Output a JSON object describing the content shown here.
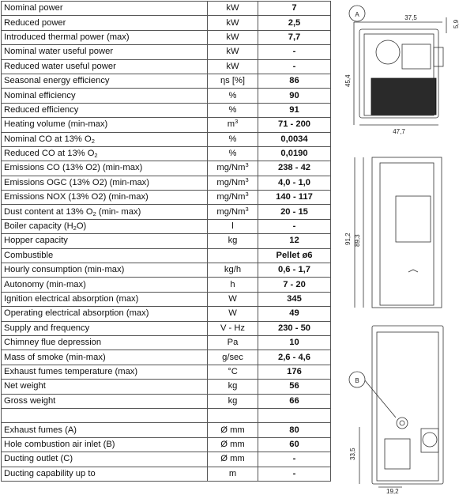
{
  "rows": [
    {
      "label": "Nominal power",
      "unit": "kW",
      "value": "7"
    },
    {
      "label": "Reduced power",
      "unit": "kW",
      "value": "2,5"
    },
    {
      "label": "Introduced thermal power (max)",
      "unit": "kW",
      "value": "7,7"
    },
    {
      "label": "Nominal water useful power",
      "unit": "kW",
      "value": "-"
    },
    {
      "label": "Reduced water useful power",
      "unit": "kW",
      "value": "-"
    },
    {
      "label": "Seasonal energy efficiency",
      "unit": "ηs [%]",
      "value": "86"
    },
    {
      "label": "Nominal efficiency",
      "unit": "%",
      "value": "90"
    },
    {
      "label": "Reduced efficiency",
      "unit": "%",
      "value": "91"
    },
    {
      "label": "Heating volume (min-max)",
      "unit": "m",
      "unit_sup": "3",
      "value": "71 - 200"
    },
    {
      "label": "Nominal CO at 13% O",
      "label_sub": "2",
      "unit": "%",
      "value": "0,0034"
    },
    {
      "label": "Reduced CO at 13% O",
      "label_sub": "2",
      "unit": "%",
      "value": "0,0190"
    },
    {
      "label": "Emissions CO (13% O2) (min-max)",
      "unit": "mg/Nm",
      "unit_sup": "3",
      "value": "238 - 42"
    },
    {
      "label": "Emissions OGC (13% O2) (min-max)",
      "unit": "mg/Nm",
      "unit_sup": "3",
      "value": "4,0 - 1,0"
    },
    {
      "label": "Emissions NOX (13% O2)  (min-max)",
      "unit": "mg/Nm",
      "unit_sup": "3",
      "value": "140 - 117"
    },
    {
      "label": "Dust content at 13% O",
      "label_sub": "2",
      "label_after": " (min- max)",
      "unit": "mg/Nm",
      "unit_sup": "3",
      "value": "20 - 15"
    },
    {
      "label": "Boiler capacity (H",
      "label_sub": "2",
      "label_after": "O)",
      "unit": "l",
      "value": "-"
    },
    {
      "label": "Hopper capacity",
      "unit": "kg",
      "value": "12"
    },
    {
      "label": "Combustible",
      "unit": "",
      "value": "Pellet ø6"
    },
    {
      "label": "Hourly consumption (min-max)",
      "unit": "kg/h",
      "value": "0,6 - 1,7"
    },
    {
      "label": "Autonomy (min-max)",
      "unit": "h",
      "value": "7 - 20"
    },
    {
      "label": "Ignition electrical absorption (max)",
      "unit": "W",
      "value": "345"
    },
    {
      "label": "Operating electrical absorption (max)",
      "unit": "W",
      "value": "49"
    },
    {
      "label": "Supply and frequency",
      "unit": "V - Hz",
      "value": "230 - 50"
    },
    {
      "label": "Chimney flue depression",
      "unit": "Pa",
      "value": "10"
    },
    {
      "label": "Mass of smoke (min-max)",
      "unit": "g/sec",
      "value": "2,6 - 4,6"
    },
    {
      "label": "Exhaust fumes temperature (max)",
      "unit": "°C",
      "value": "176"
    },
    {
      "label": "Net weight",
      "unit": "kg",
      "value": "56"
    },
    {
      "label": "Gross weight",
      "unit": "kg",
      "value": "66"
    },
    {
      "label": "",
      "unit": "",
      "value": ""
    },
    {
      "label": "Exhaust fumes  (A)",
      "unit": "Ø mm",
      "value": "80"
    },
    {
      "label": "Hole combustion air inlet  (B)",
      "unit": "Ø mm",
      "value": "60"
    },
    {
      "label": "Ducting outlet  (C)",
      "unit": "Ø mm",
      "value": "-"
    },
    {
      "label": "Ducting capability up to",
      "unit": "m",
      "value": "-"
    }
  ],
  "drawings": {
    "top_view": {
      "callout": "A",
      "dim_width": "37,5",
      "dim_offset": "5,9",
      "dim_height": "45,4",
      "dim_depth": "47,7"
    },
    "front_view": {
      "dim_total": "91,2",
      "dim_inner": "89,3"
    },
    "rear_view": {
      "callout": "B",
      "dim_height": "33,5",
      "dim_offset": "19,2"
    }
  }
}
